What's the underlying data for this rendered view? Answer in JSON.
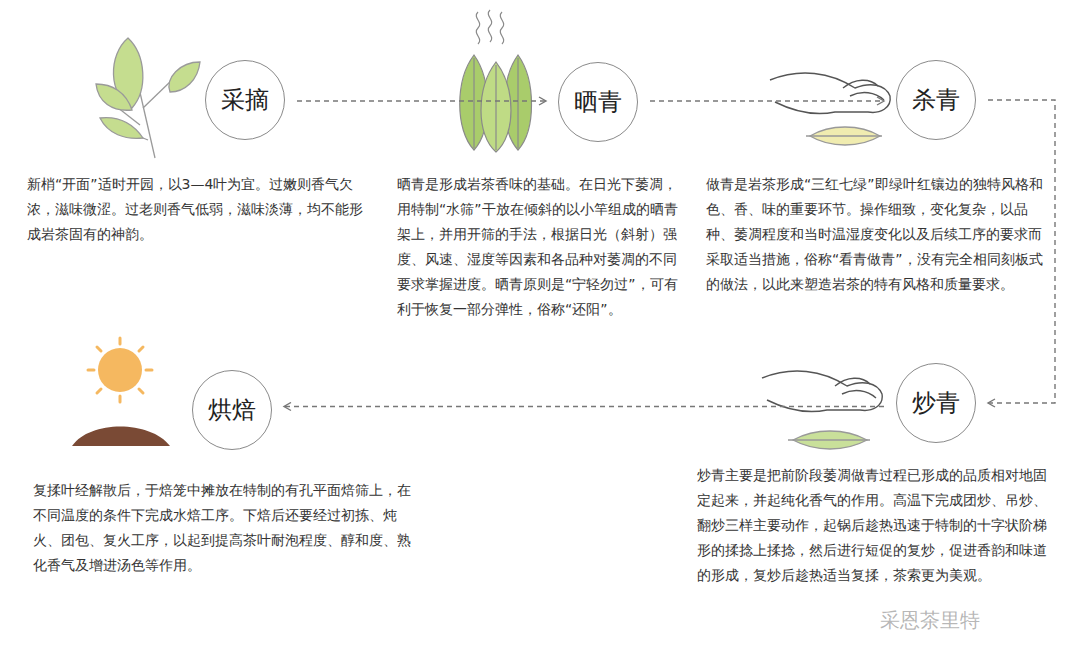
{
  "diagram": {
    "nodes": [
      {
        "text": [
          "采摘"
        ]
      },
      {
        "text": [
          "晒青"
        ]
      },
      {
        "text": [
          "杀青"
        ]
      },
      {
        "text": [
          "炒青"
        ]
      },
      {
        "text": [
          "烘焙"
        ]
      }
    ],
    "edges": [
      {
        "from": 0,
        "to": 1,
        "arrow": "to"
      },
      {
        "from": 1,
        "to": 2,
        "arrow": "to"
      },
      {
        "from": 2,
        "to": 3,
        "arrow": "to"
      },
      {
        "from": 3,
        "to": 4,
        "arrow": "to"
      }
    ],
    "labels": [
      "新梢“开面”适时开园，以3—4叶为宜。过嫩则香气欠浓，滋味微涩。过老则香气低弱，滋味淡薄，均不能形成岩茶固有的神韵。",
      "晒青是形成岩茶香味的基础。在日光下萎凋，用特制“水筛”干放在倾斜的以小竿组成的晒青架上，并用开筛的手法，根据日光（斜射）强度、风速、湿度等因素和各品种对萎凋的不同要求掌握进度。晒青原则是“宁轻勿过”，可有利于恢复一部分弹性，俗称“还阳”。",
      "做青是岩茶形成“三红七绿”即绿叶红镶边的独特风格和色、香、味的重要环节。操作细致，变化复杂，以品种、萎凋程度和当时温湿度变化以及后续工序的要求而采取适当措施，俗称“看青做青”，没有完全相同刻板式的做法，以此来塑造岩茶的特有风格和质量要求。",
      "炒青主要是把前阶段萎凋做青过程已形成的品质相对地固定起来，并起纯化香气的作用。高温下完成团炒、吊炒、翻炒三样主要动作，起锅后趁热迅速于特制的十字状阶梯形的揉捻上揉捻，然后进行短促的复炒，促进香韵和味道的形成，复炒后趁热适当复揉，茶索更为美观。",
      "复揉叶经解散后，于焙笼中摊放在特制的有孔平面焙筛上，在不同温度的条件下完成水焙工序。下焙后还要经过初拣、炖火、团包、复火工序，以起到提高茶叶耐泡程度、醇和度、熟化香气及增进汤色等作用。",
      "采恩茶里特"
    ]
  }
}
